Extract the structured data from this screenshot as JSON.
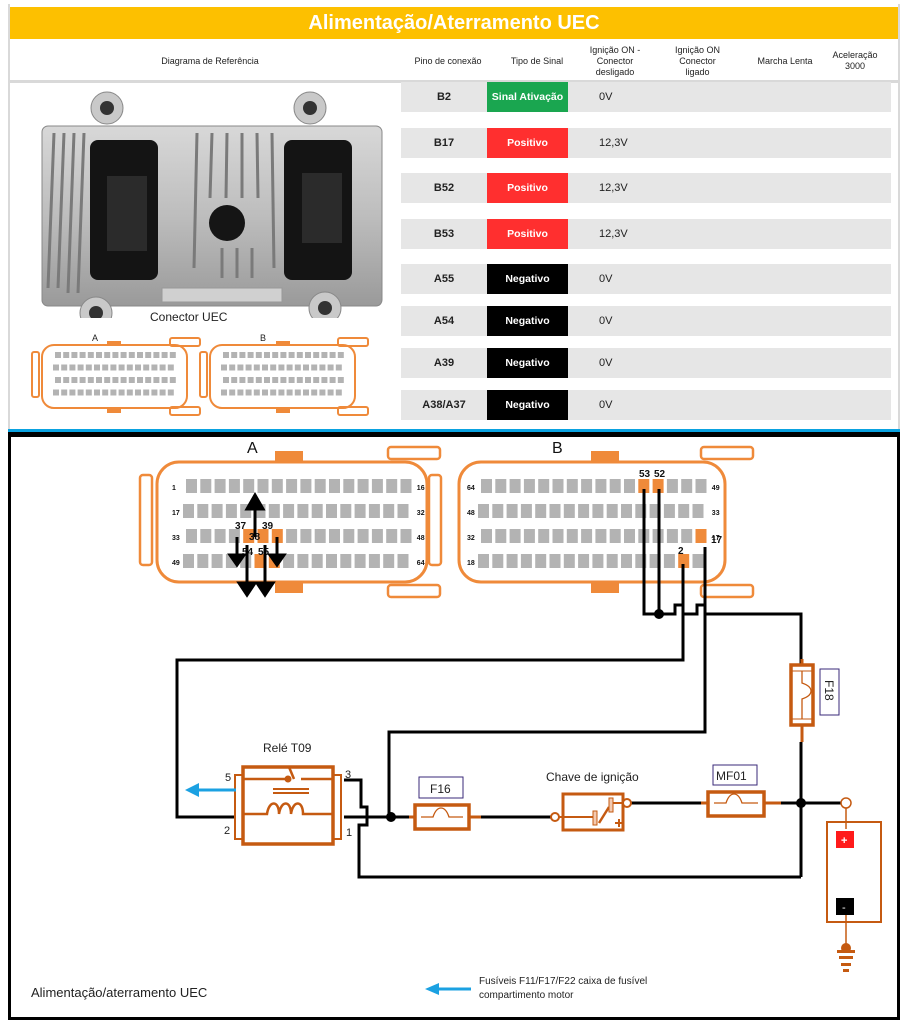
{
  "title": "Alimentação/Aterramento UEC",
  "header": {
    "reference_diagram": "Diagrama de Referência",
    "columns": [
      "Pino de conexão",
      "Tipo de Sinal",
      "Ignição ON - Conector desligado",
      "Ignição ON Conector ligado",
      "Marcha Lenta",
      "Aceleração 3000"
    ]
  },
  "photo_caption": "Conector UEC",
  "colors": {
    "banner": "#fdc000",
    "sinal_ativacao": "#1aa650",
    "positivo": "#ff2f2f",
    "negativo": "#000000",
    "wire": "#000000",
    "component": "#c55a11",
    "connector": "#ef8a3a",
    "arrow": "#1ba1e2"
  },
  "rows": [
    {
      "pin": "B2",
      "signal": "Sinal Ativação",
      "type": "sinal_ativacao",
      "ign_off": "0V",
      "ign_on": "",
      "idle": "",
      "accel": ""
    },
    {
      "pin": "B17",
      "signal": "Positivo",
      "type": "positivo",
      "ign_off": "12,3V",
      "ign_on": "",
      "idle": "",
      "accel": ""
    },
    {
      "pin": "B52",
      "signal": "Positivo",
      "type": "positivo",
      "ign_off": "12,3V",
      "ign_on": "",
      "idle": "",
      "accel": ""
    },
    {
      "pin": "B53",
      "signal": "Positivo",
      "type": "positivo",
      "ign_off": "12,3V",
      "ign_on": "",
      "idle": "",
      "accel": ""
    },
    {
      "pin": "A55",
      "signal": "Negativo",
      "type": "negativo",
      "ign_off": "0V",
      "ign_on": "",
      "idle": "",
      "accel": ""
    },
    {
      "pin": "A54",
      "signal": "Negativo",
      "type": "negativo",
      "ign_off": "0V",
      "ign_on": "",
      "idle": "",
      "accel": ""
    },
    {
      "pin": "A39",
      "signal": "Negativo",
      "type": "negativo",
      "ign_off": "0V",
      "ign_on": "",
      "idle": "",
      "accel": ""
    },
    {
      "pin": "A38/A37",
      "signal": "Negativo",
      "type": "negativo",
      "ign_off": "0V",
      "ign_on": "",
      "idle": "",
      "accel": ""
    }
  ],
  "mini_connectors": {
    "a_label": "A",
    "b_label": "B"
  },
  "diagram": {
    "connector_a": {
      "label": "A",
      "row_labels": [
        [
          "1",
          "16"
        ],
        [
          "17",
          "32"
        ],
        [
          "33",
          "48"
        ],
        [
          "49",
          "64"
        ]
      ],
      "highlighted_pins": [
        "37",
        "38",
        "39",
        "54",
        "55"
      ]
    },
    "connector_b": {
      "label": "B",
      "row_labels": [
        [
          "64",
          "49"
        ],
        [
          "48",
          "33"
        ],
        [
          "32",
          "17"
        ],
        [
          "18",
          ""
        ]
      ],
      "highlighted_pins": [
        "53",
        "52",
        "2",
        "17"
      ]
    },
    "relay": {
      "label": "Relé T09",
      "pins": [
        "5",
        "3",
        "2",
        "1"
      ]
    },
    "fuse_f16": "F16",
    "fuse_f18": "F18",
    "fuse_mf01": "MF01",
    "ignition_switch": "Chave de ignição",
    "battery": {
      "plus": "+",
      "minus": "-"
    },
    "footer_title": "Alimentação/aterramento UEC",
    "footer_note_line1": "Fusíveis F11/F17/F22 caixa de fusível",
    "footer_note_line2": "compartimento motor"
  }
}
